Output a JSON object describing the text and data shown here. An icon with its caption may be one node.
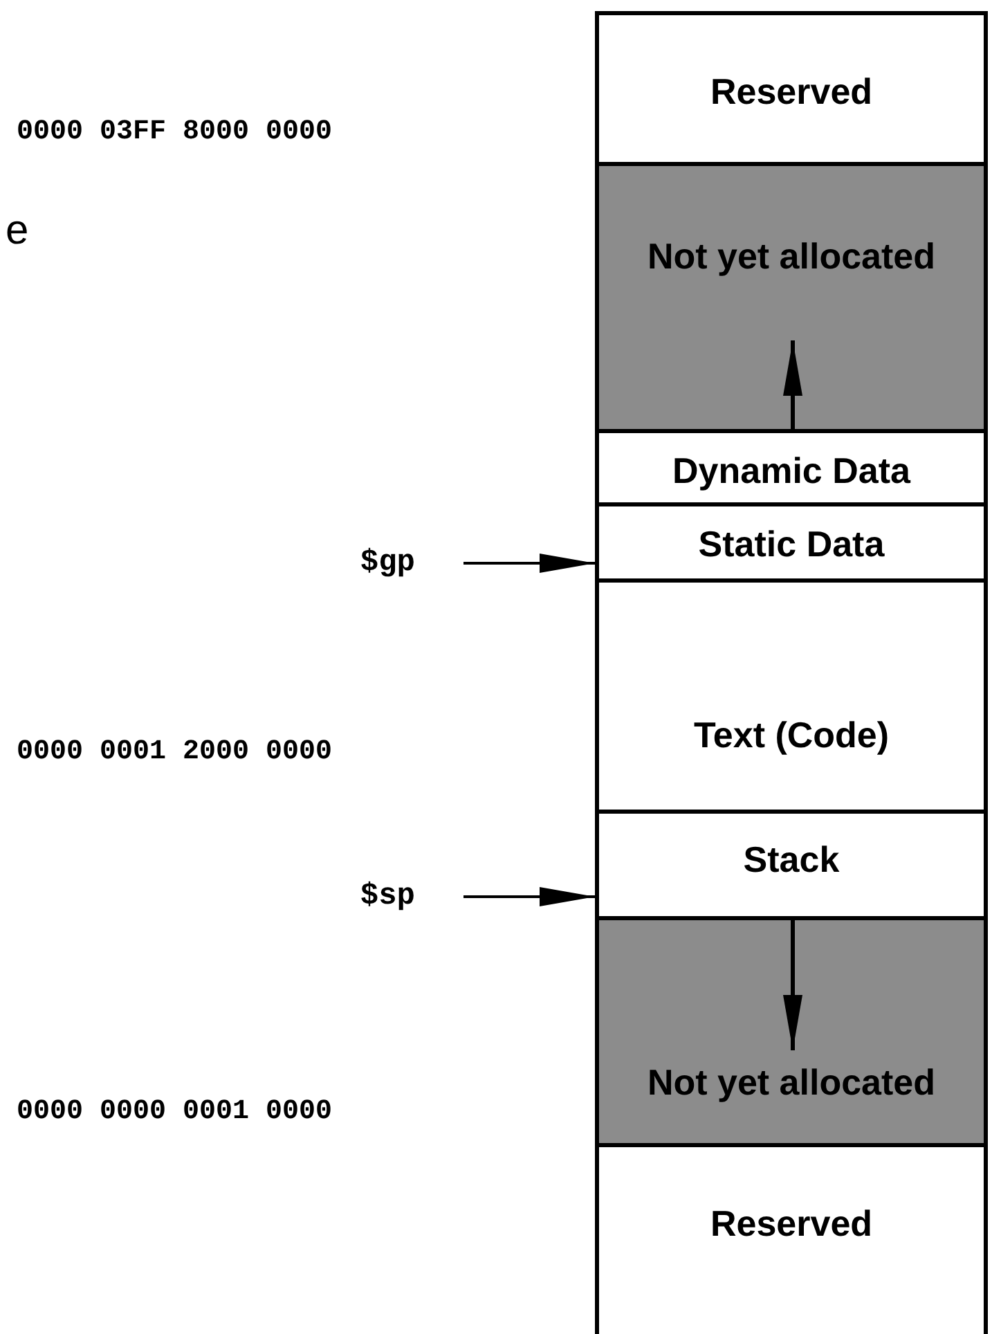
{
  "diagram": {
    "nodes": [
      {
        "text": [
          "Reserved"
        ]
      },
      {
        "text": [
          "Not yet allocated"
        ]
      },
      {
        "text": [
          "Dynamic Data"
        ]
      },
      {
        "text": [
          "Static Data"
        ]
      },
      {
        "text": [
          "Text (Code)"
        ]
      },
      {
        "text": [
          "Stack"
        ]
      },
      {
        "text": [
          "Not yet allocated"
        ]
      },
      {
        "text": [
          "Reserved"
        ]
      },
      {
        "text": [
          "$gp"
        ]
      },
      {
        "text": [
          "$sp"
        ]
      }
    ],
    "edges": [
      {
        "from": 8,
        "to": 3,
        "arrow": "to"
      },
      {
        "from": 9,
        "to": 5,
        "arrow": "to"
      },
      {
        "from": 2,
        "to": 1,
        "arrow": "to"
      },
      {
        "from": 5,
        "to": 6,
        "arrow": "to"
      }
    ],
    "labels": [
      "0000 03FF 8000 0000",
      "e",
      "0000 0001 2000 0000",
      "0000 0000 0001 0000"
    ]
  }
}
